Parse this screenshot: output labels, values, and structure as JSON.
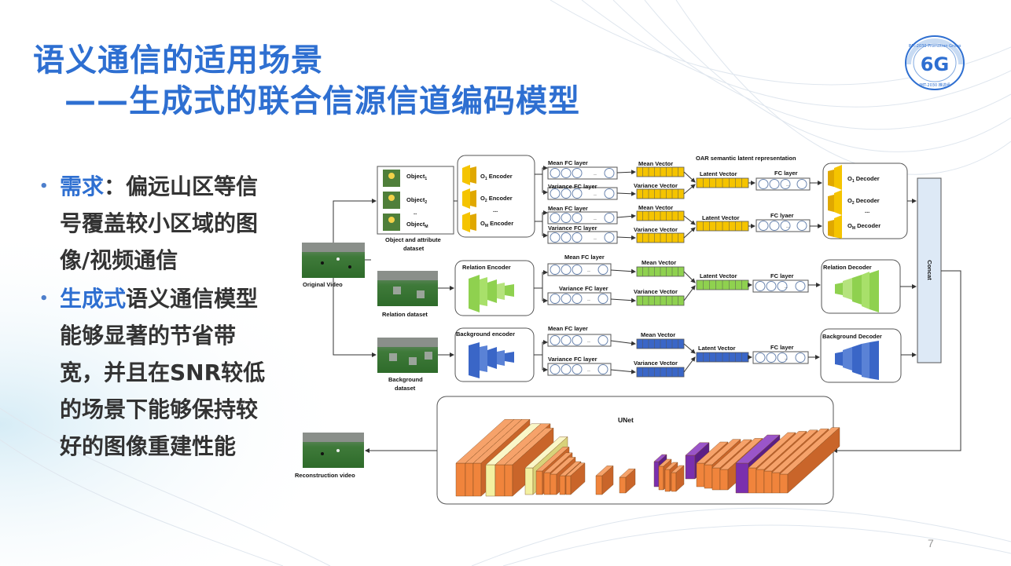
{
  "slide": {
    "title_line1": "语义通信的适用场景",
    "title_line2": "——生成式的联合信源信道编码模型",
    "page_number": "7",
    "accent_color": "#2e6fd1"
  },
  "logo": {
    "center_text": "6G",
    "ring_top": "IMT-2030 Promotion Group",
    "ring_bottom": "IMT-2030 推进组"
  },
  "bullets": [
    {
      "highlight": "需求",
      "rest": "：偏远山区等信号覆盖较小区域的图像/视频通信"
    },
    {
      "highlight": "生成式",
      "rest": "语义通信模型能够显著的节省带宽，并且在SNR较低的场景下能够保持较好的图像重建性能"
    }
  ],
  "diagram": {
    "top_caption": "OAR semantic  latent representation",
    "original_video": "Original Video",
    "reconstruction_video": "Reconstruction video",
    "object_dataset": [
      "Object and attribute",
      "dataset"
    ],
    "relation_dataset": "Relation dataset",
    "background_dataset": [
      "Background",
      "dataset"
    ],
    "objects": [
      "Object",
      "Object",
      "..",
      "Object"
    ],
    "object_subs": [
      "1",
      "2",
      "",
      "M"
    ],
    "encoders": {
      "o1": "O",
      "o1_sub": "1",
      "o1_rest": " Encoder",
      "o2": "O",
      "o2_sub": "2",
      "o2_rest": " Encoder",
      "om": "O",
      "om_sub": "M",
      "om_rest": " Encoder",
      "dots": "...",
      "relation": "Relation Encoder",
      "background": "Background encoder"
    },
    "decoders": {
      "o1": "O",
      "o1_sub": "1",
      "o1_rest": " Decoder",
      "o2": "O",
      "o2_sub": "2",
      "o2_rest": " Decoder",
      "om": "O",
      "om_sub": "M",
      "om_rest": " Decoder",
      "dots": "...",
      "relation": "Relation Decoder",
      "background": "Background Decoder"
    },
    "mean_fc": "Mean FC layer",
    "variance_fc": "Variance FC layer",
    "mean_vector": "Mean Vector",
    "variance_vector": "Variance Vector",
    "latent_vector": "Latent Vector",
    "fc_layer": "FC  layer",
    "fc_layer2": "FC lyaer",
    "fc_layer3": "FC layer",
    "dots_short": "..",
    "concat": "Concat",
    "unet": "UNet",
    "colors": {
      "object": "#f5c400",
      "relation": "#8fd14f",
      "background": "#3a66c7",
      "unet_orange": "#f0843c",
      "unet_yellow": "#f3f0a0",
      "unet_purple": "#7a2fae",
      "concat": "#dde9f6"
    }
  }
}
